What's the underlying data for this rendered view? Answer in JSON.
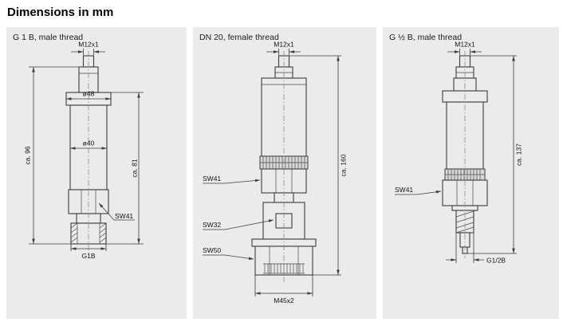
{
  "page": {
    "title": "Dimensions in mm"
  },
  "colors": {
    "panel_bg": "#ebebeb",
    "line": "#3c3c3c"
  },
  "panels": [
    {
      "label": "G 1 B, male thread",
      "dims": {
        "m12": "M12x1",
        "d48": "ø48",
        "d40": "ø40",
        "h96": "ca. 96",
        "h81": "ca. 81",
        "sw41": "SW41",
        "g1b": "G1B"
      }
    },
    {
      "label": "DN 20, female thread",
      "dims": {
        "m12": "M12x1",
        "sw41": "SW41",
        "sw32": "SW32",
        "sw50": "SW50",
        "h160": "ca. 160",
        "m45": "M45x2"
      }
    },
    {
      "label": "G ½ B, male thread",
      "dims": {
        "m12": "M12x1",
        "sw41": "SW41",
        "h137": "ca. 137",
        "g12b": "G1/2B"
      }
    }
  ]
}
